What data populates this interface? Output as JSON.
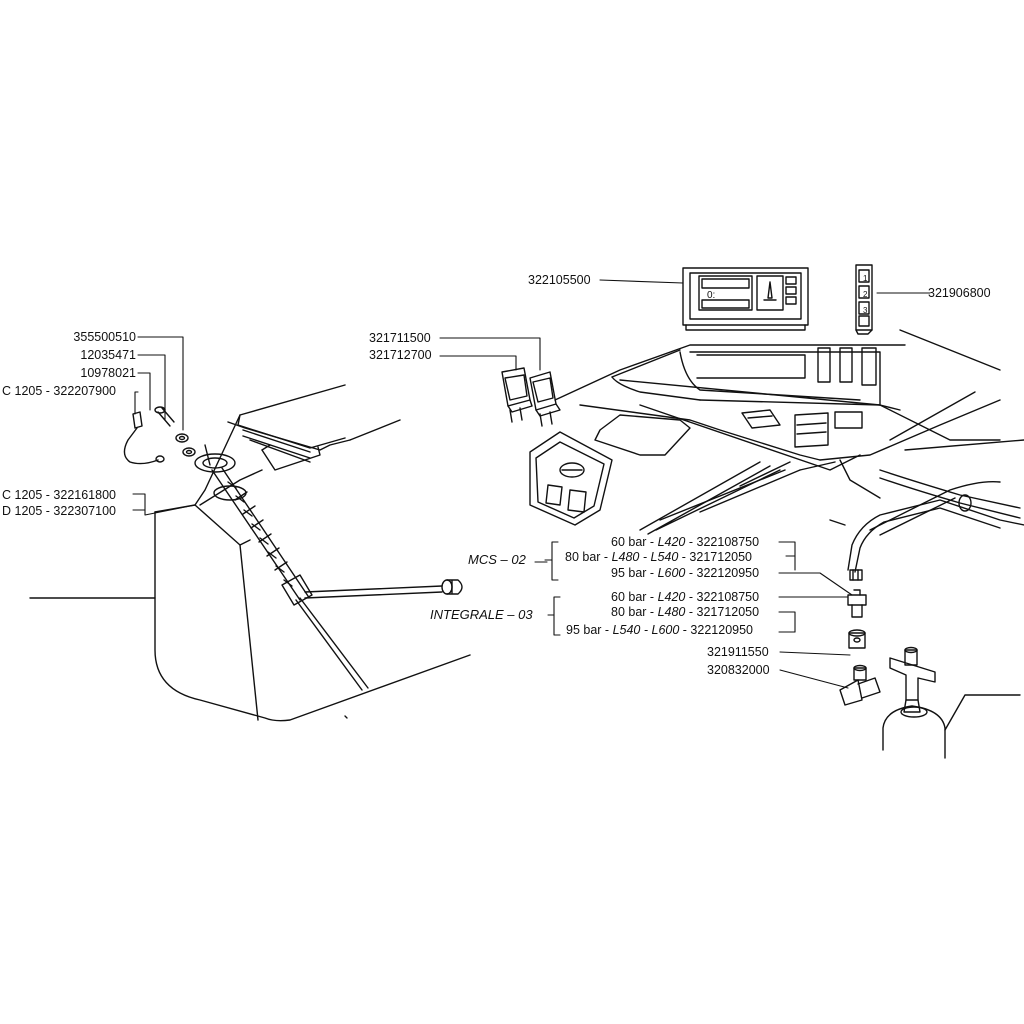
{
  "diagram": {
    "left_callouts": [
      {
        "id": "l1",
        "text": "355500510"
      },
      {
        "id": "l2",
        "text": "12035471"
      },
      {
        "id": "l3",
        "text": "10978021"
      },
      {
        "id": "l4",
        "text": "C 1205 - 322207900"
      },
      {
        "id": "l5",
        "text": "C 1205 - 322161800"
      },
      {
        "id": "l6",
        "text": "D 1205 - 322307100"
      }
    ],
    "top_callouts": [
      {
        "id": "t1",
        "text": "322105500"
      },
      {
        "id": "t2",
        "text": "321906800"
      },
      {
        "id": "t3",
        "text": "321711500"
      },
      {
        "id": "t4",
        "text": "321712700"
      }
    ],
    "groups": [
      {
        "name": "MCS  –  02",
        "rows": [
          {
            "pressure": "60 bar -",
            "models": "L420",
            "part": "- 322108750"
          },
          {
            "pressure": "80 bar -",
            "models": "L480 - L540",
            "part": "- 321712050"
          },
          {
            "pressure": "95 bar -",
            "models": "L600",
            "part": "- 322120950"
          }
        ]
      },
      {
        "name": "INTEGRALE – 03",
        "rows": [
          {
            "pressure": "60 bar -",
            "models": "L420",
            "part": "- 322108750"
          },
          {
            "pressure": "80 bar -",
            "models": "L480",
            "part": "- 321712050"
          },
          {
            "pressure": "95 bar -",
            "models": "L540 - L600",
            "part": "- 322120950"
          }
        ]
      }
    ],
    "bottom_callouts": [
      {
        "id": "b1",
        "text": "321911550"
      },
      {
        "id": "b2",
        "text": "320832000"
      }
    ],
    "display_panel_glyphs": {
      "readout": "0:",
      "key1": "1",
      "key2": "2",
      "key3": "3"
    }
  }
}
